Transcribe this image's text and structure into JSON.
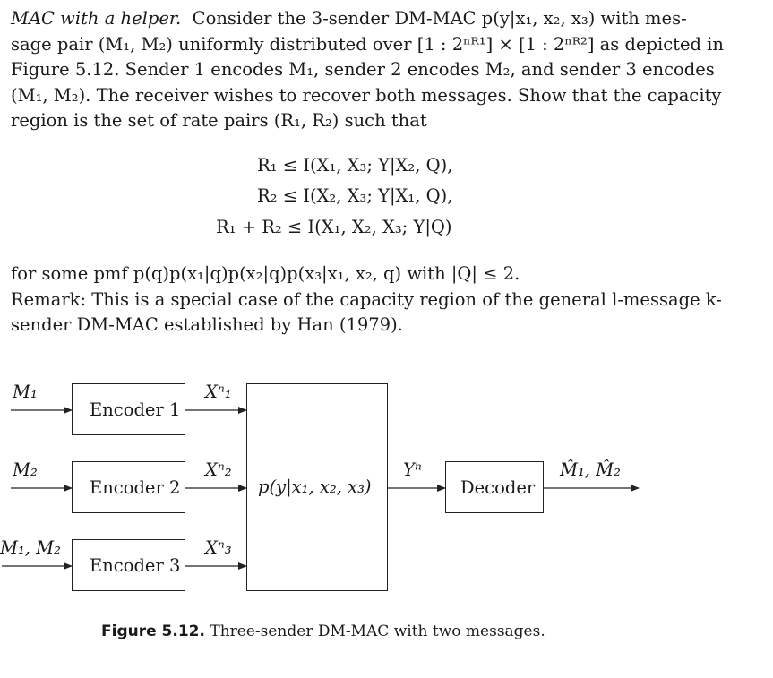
{
  "problem": {
    "title": "MAC with a helper.",
    "line1_rest": "Consider the 3-sender DM-MAC p(y|x₁, x₂, x₃) with mes-",
    "line2": "sage pair (M₁, M₂) uniformly distributed over [1 : 2ⁿᴿ¹] × [1 : 2ⁿᴿ²] as depicted in",
    "line3": "Figure 5.12. Sender 1 encodes M₁, sender 2 encodes M₂, and sender 3 encodes",
    "line4": "(M₁, M₂). The receiver wishes to recover both messages. Show that the capacity",
    "line5": "region is the set of rate pairs (R₁, R₂) such that"
  },
  "equations": [
    "R₁ ≤ I(X₁, X₃; Y|X₂, Q),",
    "R₂ ≤ I(X₂, X₃; Y|X₁, Q),",
    "R₁ + R₂ ≤ I(X₁, X₂, X₃; Y|Q)"
  ],
  "condition": "for some pmf p(q)p(x₁|q)p(x₂|q)p(x₃|x₁, x₂, q) with |Q| ≤ 2.",
  "remark": {
    "line1": "Remark: This is a special case of the capacity region of the general l-message k-",
    "line2": "sender DM-MAC established by Han (1979)."
  },
  "diagram": {
    "inputs": [
      "M₁",
      "M₂",
      "M₁, M₂"
    ],
    "encoders": [
      "Encoder 1",
      "Encoder 2",
      "Encoder 3"
    ],
    "channel_outputs": [
      "Xⁿ₁",
      "Xⁿ₂",
      "Xⁿ₃"
    ],
    "channel_label": "p(y|x₁, x₂, x₃)",
    "channel_output": "Yⁿ",
    "decoder": "Decoder",
    "estimate": "M̂₁, M̂₂"
  },
  "caption": {
    "label": "Figure 5.12.",
    "text": "Three-sender DM-MAC with two messages."
  }
}
